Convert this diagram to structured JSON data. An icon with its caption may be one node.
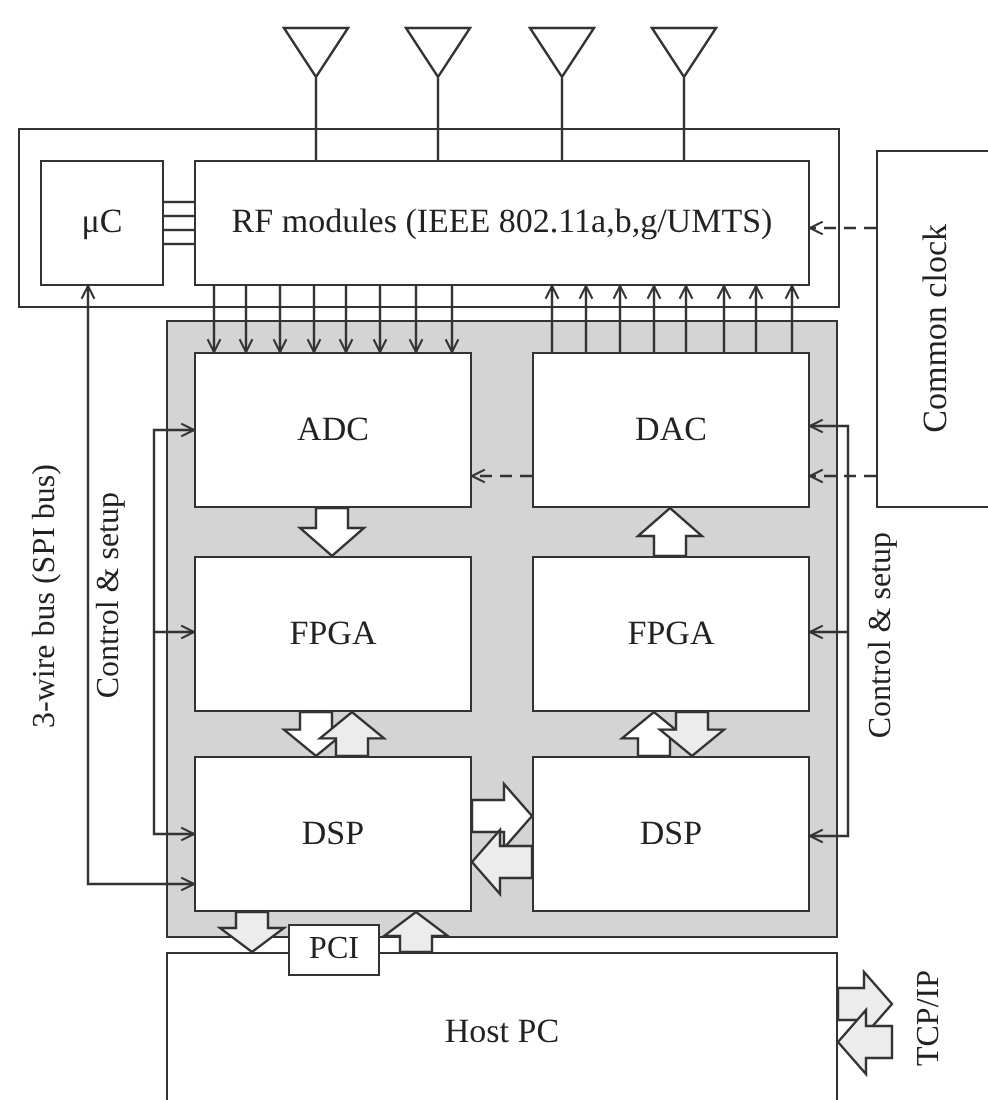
{
  "diagram": {
    "nodes": [
      {
        "text": [],
        "shape": "antenna"
      },
      {
        "text": [],
        "shape": "antenna"
      },
      {
        "text": [],
        "shape": "antenna"
      },
      {
        "text": [],
        "shape": "antenna"
      },
      {
        "text": [],
        "shape": "box"
      },
      {
        "text": [
          "μC"
        ],
        "in": 4
      },
      {
        "text": [
          "RF modules (IEEE 802.11a,b,g/UMTS)"
        ],
        "in": 4
      },
      {
        "text": [
          "Common clock"
        ]
      },
      {
        "text": [],
        "shape": "box"
      },
      {
        "text": [
          "ADC"
        ],
        "in": 8
      },
      {
        "text": [
          "DAC"
        ],
        "in": 8
      },
      {
        "text": [
          "FPGA"
        ],
        "in": 8
      },
      {
        "text": [
          "FPGA"
        ],
        "in": 8
      },
      {
        "text": [
          "DSP"
        ],
        "in": 8
      },
      {
        "text": [
          "DSP"
        ],
        "in": 8
      },
      {
        "text": [
          "PCI"
        ]
      },
      {
        "text": [
          "Host PC"
        ]
      }
    ],
    "edges": [
      {
        "from": 0,
        "to": 6,
        "arrow": "none"
      },
      {
        "from": 1,
        "to": 6,
        "arrow": "none"
      },
      {
        "from": 2,
        "to": 6,
        "arrow": "none"
      },
      {
        "from": 3,
        "to": 6,
        "arrow": "none"
      },
      {
        "from": 5,
        "to": 6,
        "arrow": "none"
      },
      {
        "from": 5,
        "to": 6,
        "arrow": "none"
      },
      {
        "from": 5,
        "to": 6,
        "arrow": "none"
      },
      {
        "from": 5,
        "to": 6,
        "arrow": "none"
      },
      {
        "from": 6,
        "to": 9,
        "arrow": "to"
      },
      {
        "from": 6,
        "to": 9,
        "arrow": "to"
      },
      {
        "from": 6,
        "to": 9,
        "arrow": "to"
      },
      {
        "from": 6,
        "to": 9,
        "arrow": "to"
      },
      {
        "from": 6,
        "to": 9,
        "arrow": "to"
      },
      {
        "from": 6,
        "to": 9,
        "arrow": "to"
      },
      {
        "from": 6,
        "to": 9,
        "arrow": "to"
      },
      {
        "from": 6,
        "to": 9,
        "arrow": "to"
      },
      {
        "from": 10,
        "to": 6,
        "arrow": "to"
      },
      {
        "from": 10,
        "to": 6,
        "arrow": "to"
      },
      {
        "from": 10,
        "to": 6,
        "arrow": "to"
      },
      {
        "from": 10,
        "to": 6,
        "arrow": "to"
      },
      {
        "from": 10,
        "to": 6,
        "arrow": "to"
      },
      {
        "from": 10,
        "to": 6,
        "arrow": "to"
      },
      {
        "from": 10,
        "to": 6,
        "arrow": "to"
      },
      {
        "from": 10,
        "to": 6,
        "arrow": "to"
      },
      {
        "from": 7,
        "to": 6,
        "arrow": "to",
        "style": "dashed"
      },
      {
        "from": 7,
        "to": 10,
        "arrow": "to",
        "style": "dashed"
      },
      {
        "from": 10,
        "to": 9,
        "arrow": "to",
        "style": "dashed"
      },
      {
        "from": 5,
        "to": 13,
        "arrow": "both"
      },
      {
        "from": null,
        "to": 9,
        "arrow": "to"
      },
      {
        "from": null,
        "to": 11,
        "arrow": "to"
      },
      {
        "from": null,
        "to": 13,
        "arrow": "to"
      },
      {
        "from": null,
        "to": 10,
        "arrow": "to"
      },
      {
        "from": null,
        "to": 12,
        "arrow": "to"
      },
      {
        "from": null,
        "to": 14,
        "arrow": "to"
      },
      {
        "from": 9,
        "to": 11,
        "arrow": "to",
        "style": "thick",
        "color": "#ffffff"
      },
      {
        "from": 12,
        "to": 10,
        "arrow": "to",
        "style": "thick",
        "color": "#ffffff"
      },
      {
        "from": 11,
        "to": 13,
        "arrow": "to",
        "style": "thick",
        "color": "#ffffff"
      },
      {
        "from": 13,
        "to": 11,
        "arrow": "to",
        "style": "thick",
        "color": "#ececec"
      },
      {
        "from": 14,
        "to": 12,
        "arrow": "to",
        "style": "thick",
        "color": "#ffffff"
      },
      {
        "from": 12,
        "to": 14,
        "arrow": "to",
        "style": "thick",
        "color": "#ececec"
      },
      {
        "from": 13,
        "to": 14,
        "arrow": "to",
        "style": "thick",
        "color": "#ffffff"
      },
      {
        "from": 14,
        "to": 13,
        "arrow": "to",
        "style": "thick",
        "color": "#ececec"
      },
      {
        "from": 13,
        "to": 16,
        "arrow": "to",
        "style": "thick",
        "color": "#ececec"
      },
      {
        "from": 16,
        "to": 13,
        "arrow": "to",
        "style": "thick",
        "color": "#ececec"
      },
      {
        "from": 16,
        "to": null,
        "arrow": "to",
        "style": "thick",
        "color": "#ececec"
      },
      {
        "from": null,
        "to": 16,
        "arrow": "to",
        "style": "thick",
        "color": "#ececec"
      }
    ],
    "labels": [
      "3-wire bus (SPI bus)",
      "Control & setup",
      "Control & setup",
      "TCP/IP"
    ]
  }
}
